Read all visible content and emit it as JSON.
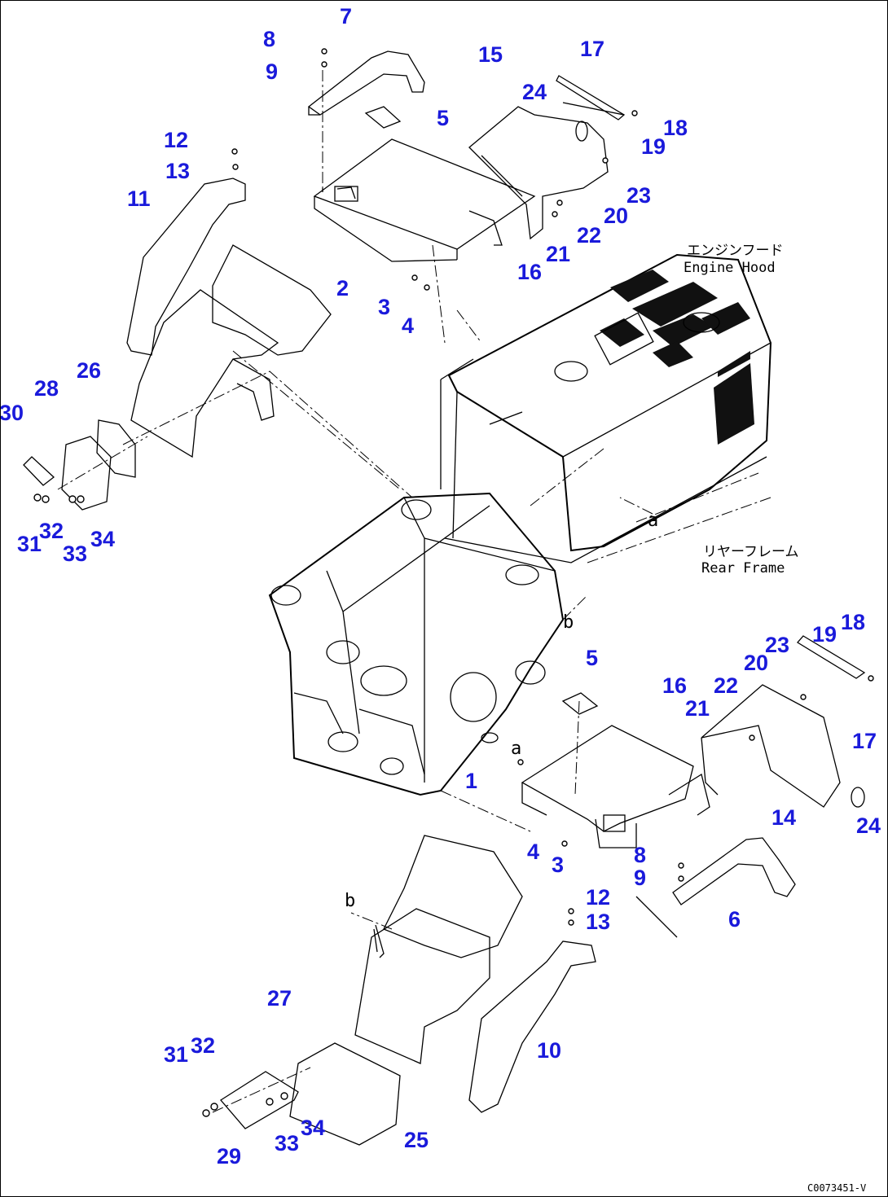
{
  "callouts": [
    {
      "id": "c7",
      "text": "7"
    },
    {
      "id": "c8a",
      "text": "8"
    },
    {
      "id": "c9a",
      "text": "9"
    },
    {
      "id": "c5a",
      "text": "5"
    },
    {
      "id": "c12a",
      "text": "12"
    },
    {
      "id": "c13a",
      "text": "13"
    },
    {
      "id": "c11",
      "text": "11"
    },
    {
      "id": "c2",
      "text": "2"
    },
    {
      "id": "c3a",
      "text": "3"
    },
    {
      "id": "c4a",
      "text": "4"
    },
    {
      "id": "c15",
      "text": "15"
    },
    {
      "id": "c17a",
      "text": "17"
    },
    {
      "id": "c24a",
      "text": "24"
    },
    {
      "id": "c18a",
      "text": "18"
    },
    {
      "id": "c19a",
      "text": "19"
    },
    {
      "id": "c23a",
      "text": "23"
    },
    {
      "id": "c20a",
      "text": "20"
    },
    {
      "id": "c22a",
      "text": "22"
    },
    {
      "id": "c21a",
      "text": "21"
    },
    {
      "id": "c16a",
      "text": "16"
    },
    {
      "id": "c26",
      "text": "26"
    },
    {
      "id": "c28",
      "text": "28"
    },
    {
      "id": "c30",
      "text": "30"
    },
    {
      "id": "c31a",
      "text": "31"
    },
    {
      "id": "c32a",
      "text": "32"
    },
    {
      "id": "c33a",
      "text": "33"
    },
    {
      "id": "c34a",
      "text": "34"
    },
    {
      "id": "c5b",
      "text": "5"
    },
    {
      "id": "c19b",
      "text": "19"
    },
    {
      "id": "c18b",
      "text": "18"
    },
    {
      "id": "c23b",
      "text": "23"
    },
    {
      "id": "c20b",
      "text": "20"
    },
    {
      "id": "c16b",
      "text": "16"
    },
    {
      "id": "c22b",
      "text": "22"
    },
    {
      "id": "c21b",
      "text": "21"
    },
    {
      "id": "c17b",
      "text": "17"
    },
    {
      "id": "c1",
      "text": "1"
    },
    {
      "id": "c14",
      "text": "14"
    },
    {
      "id": "c24b",
      "text": "24"
    },
    {
      "id": "c4b",
      "text": "4"
    },
    {
      "id": "c3b",
      "text": "3"
    },
    {
      "id": "c8b",
      "text": "8"
    },
    {
      "id": "c9b",
      "text": "9"
    },
    {
      "id": "c6",
      "text": "6"
    },
    {
      "id": "c12b",
      "text": "12"
    },
    {
      "id": "c13b",
      "text": "13"
    },
    {
      "id": "c10",
      "text": "10"
    },
    {
      "id": "c27",
      "text": "27"
    },
    {
      "id": "c31b",
      "text": "31"
    },
    {
      "id": "c32b",
      "text": "32"
    },
    {
      "id": "c29",
      "text": "29"
    },
    {
      "id": "c33b",
      "text": "33"
    },
    {
      "id": "c34b",
      "text": "34"
    },
    {
      "id": "c25",
      "text": "25"
    }
  ],
  "labels": {
    "engine_hood_jp": "エンジンフード",
    "engine_hood_en": "Engine Hood",
    "rear_frame_jp": "リヤーフレーム",
    "rear_frame_en": "Rear Frame",
    "ref_a": "a",
    "ref_b": "b",
    "drawing_code": "C0073451-V"
  },
  "colors": {
    "callout": "#1a1adb",
    "line": "#000000",
    "background": "#ffffff"
  }
}
